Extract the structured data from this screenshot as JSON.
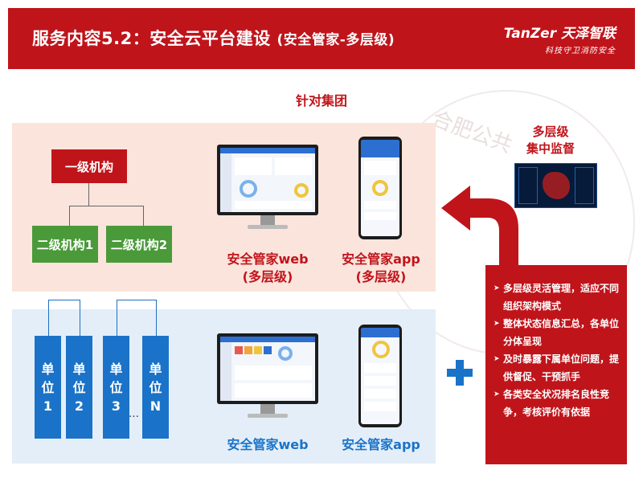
{
  "header": {
    "title": "服务内容5.2：安全云平台建设",
    "subtitle": "(安全管家-多层级)",
    "brand": "TanZer 天泽智联",
    "slogan": "科技守卫消防安全"
  },
  "watermark_text": "合肥公共",
  "section_title": "针对集团",
  "org": {
    "level1": "一级机构",
    "level2": [
      "二级机构1",
      "二级机构2"
    ],
    "units": [
      {
        "line1": "单",
        "line2": "位",
        "line3": "1"
      },
      {
        "line1": "单",
        "line2": "位",
        "line3": "2"
      },
      {
        "line1": "单",
        "line2": "位",
        "line3": "3"
      },
      {
        "line1": "单",
        "line2": "位",
        "line3": "N"
      }
    ],
    "ellipsis": "…"
  },
  "top_products": {
    "web_line1": "安全管家web",
    "web_line2": "(多层级)",
    "app_line1": "安全管家app",
    "app_line2": "(多层级)"
  },
  "bottom_products": {
    "web": "安全管家web",
    "app": "安全管家app"
  },
  "monitor": {
    "line1": "多层级",
    "line2": "集中监督"
  },
  "features": [
    "多层级灵活管理，适应不同组织架构模式",
    "整体状态信息汇总，各单位分体呈现",
    "及时暴露下属单位问题，提供督促、干预抓手",
    "各类安全状况排名良性竞争，考核评价有依据"
  ],
  "colors": {
    "brand_red": "#c0141b",
    "org_green": "#4a9a3a",
    "unit_blue": "#1a73c8",
    "top_panel": "#fbe4dc",
    "bottom_panel": "#e4eef8"
  }
}
